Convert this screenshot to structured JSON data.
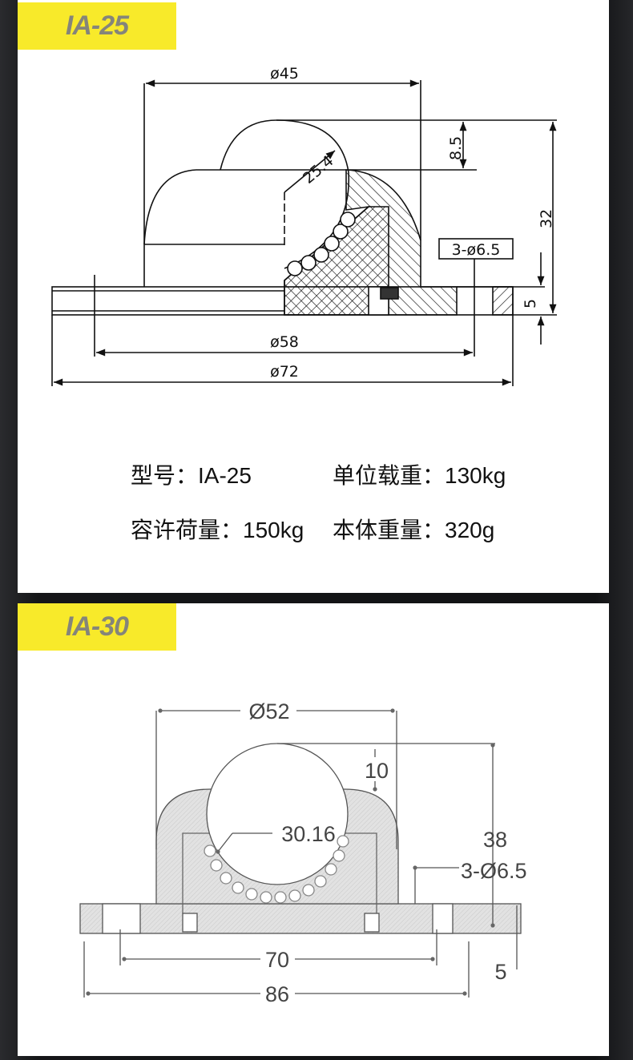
{
  "models": [
    {
      "name": "IA-25",
      "dimensions": {
        "ball_diameter": "25.4",
        "housing_diameter": "ø45",
        "ball_protrusion": "8.5",
        "total_height": "32",
        "flange_thickness": "5",
        "mount_holes": "3-ø6.5",
        "hole_circle": "ø58",
        "flange_diameter": "ø72"
      },
      "specs": {
        "model": "型号：IA-25",
        "unit_load": "单位载重：130kg",
        "allowable_load": "容许荷量：150kg",
        "body_weight": "本体重量：320g"
      }
    },
    {
      "name": "IA-30",
      "dimensions": {
        "housing_diameter": "Ø52",
        "ball_protrusion": "10",
        "ball_diameter": "30.16",
        "total_height": "38",
        "mount_holes": "3-Ø6.5",
        "hole_circle": "70",
        "flange_diameter": "86",
        "flange_thickness": "5"
      }
    }
  ],
  "colors": {
    "tag_bg": "#f8ea2a",
    "tag_text": "#85857a"
  }
}
